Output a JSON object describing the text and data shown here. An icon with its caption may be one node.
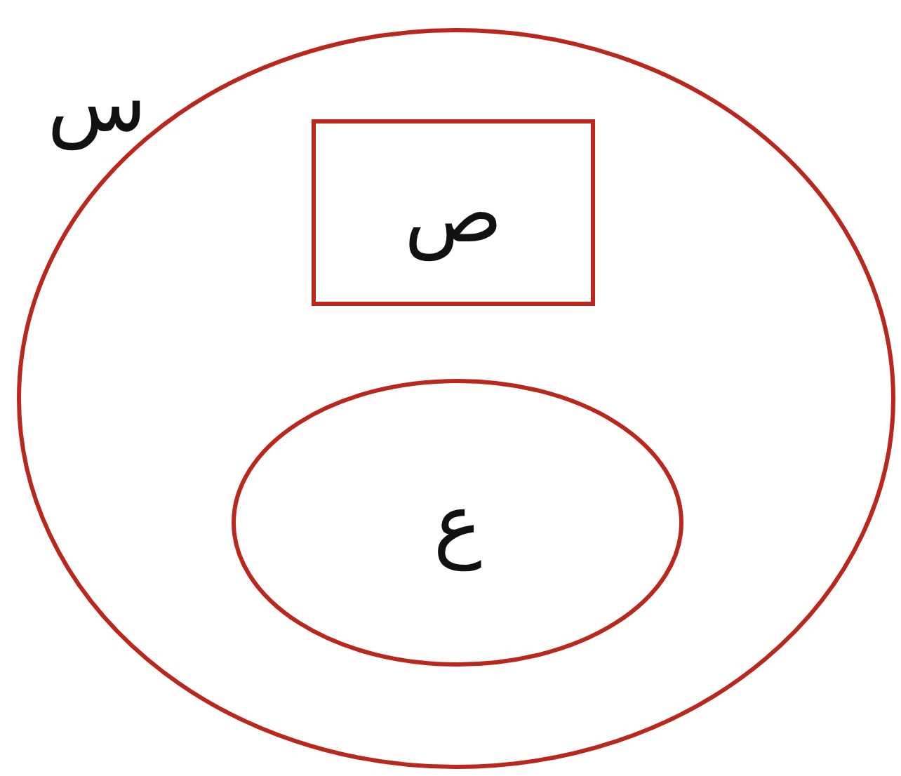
{
  "diagram": {
    "nodes": [
      {
        "text": [
          "س"
        ]
      },
      {
        "text": [
          "ص"
        ],
        "in": 0
      },
      {
        "text": [
          "ع"
        ],
        "in": 0
      }
    ]
  }
}
